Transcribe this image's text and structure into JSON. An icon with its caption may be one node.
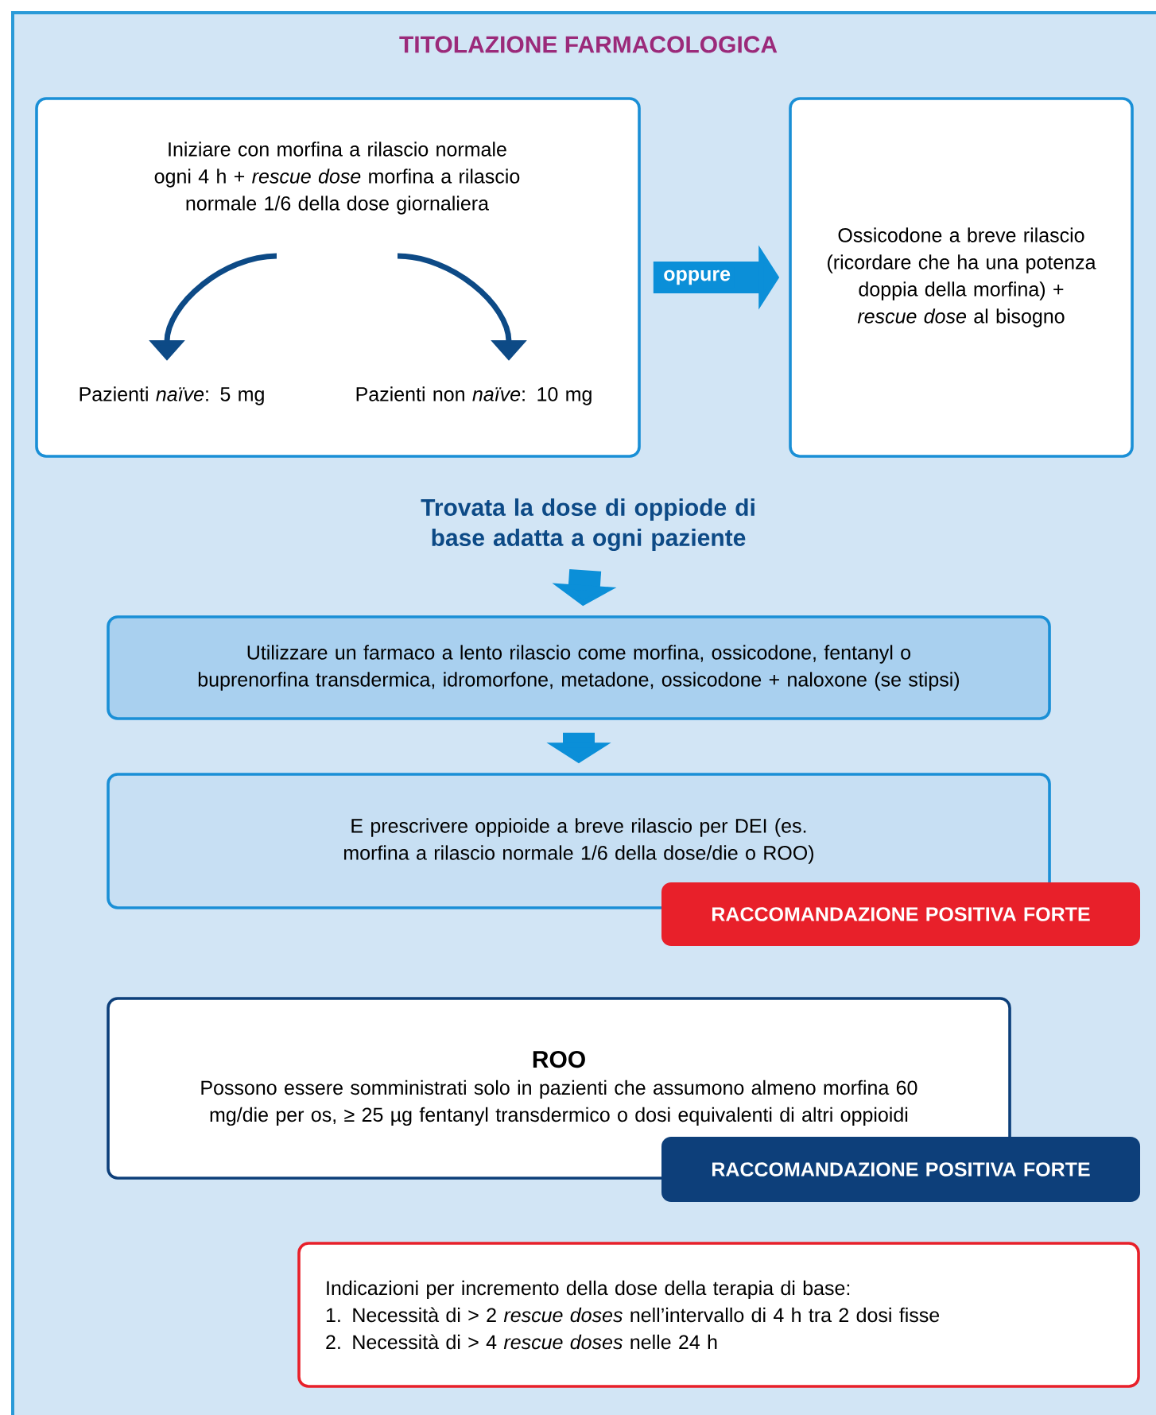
{
  "diagram": {
    "title": "TITOLAZIONE FARMACOLOGICA",
    "nodes": [
      {
        "text": [],
        "shape": "box"
      },
      {
        "text": [
          "Iniziare con morfina a rilascio normale ogni 4 h + *rescue dose* morfina a rilascio normale 1/6 della dose giornaliera"
        ],
        "in": 0
      },
      {
        "text": [
          "Pazienti *naïve*: 5 mg"
        ],
        "in": 0
      },
      {
        "text": [
          "Pazienti non *naïve*: 10 mg"
        ],
        "in": 0
      },
      {
        "text": [
          "Ossicodone a breve rilascio (ricordare che ha una potenza doppia della morfina) + *rescue dose* al bisogno"
        ]
      },
      {
        "text": [
          "Trovata la dose di oppiode di base adatta a ogni paziente"
        ]
      },
      {
        "text": [
          "Utilizzare un farmaco a lento rilascio come morfina, ossicodone, fentanyl o buprenorfina transdermica, idromorfone, metadone, ossicodone + naloxone (se stipsi)"
        ]
      },
      {
        "text": [
          "E prescrivere oppioide a breve rilascio per DEI (es. morfina a rilascio normale 1/6 della dose/die o ROO)"
        ]
      },
      {
        "text": [
          "RACCOMANDAZIONE POSITIVA FORTE"
        ]
      },
      {
        "text": [
          "ROO",
          "Possono essere somministrati solo in pazienti che assumono almeno morfina 60 mg/die per os, ≥ 25 µg fentanyl transdermico o dosi equivalenti di altri oppioidi"
        ]
      },
      {
        "text": [
          "RACCOMANDAZIONE POSITIVA FORTE"
        ]
      },
      {
        "text": [
          "Indicazioni per incremento della dose della terapia di base:",
          "1. Necessità di > 2 *rescue doses* nell’intervallo di 4 h tra 2 dosi fisse",
          "2. Necessità di > 4 *rescue doses* nelle 24 h"
        ]
      }
    ],
    "edges": [
      {
        "from": 1,
        "to": 2,
        "arrow": "to",
        "color": "#0d4a86"
      },
      {
        "from": 1,
        "to": 3,
        "arrow": "to",
        "color": "#0d4a86"
      },
      {
        "from": 0,
        "to": 4,
        "arrow": "to",
        "label": "oppure"
      },
      {
        "from": 5,
        "to": 6,
        "arrow": "to"
      },
      {
        "from": 6,
        "to": 7,
        "arrow": "to"
      }
    ]
  }
}
